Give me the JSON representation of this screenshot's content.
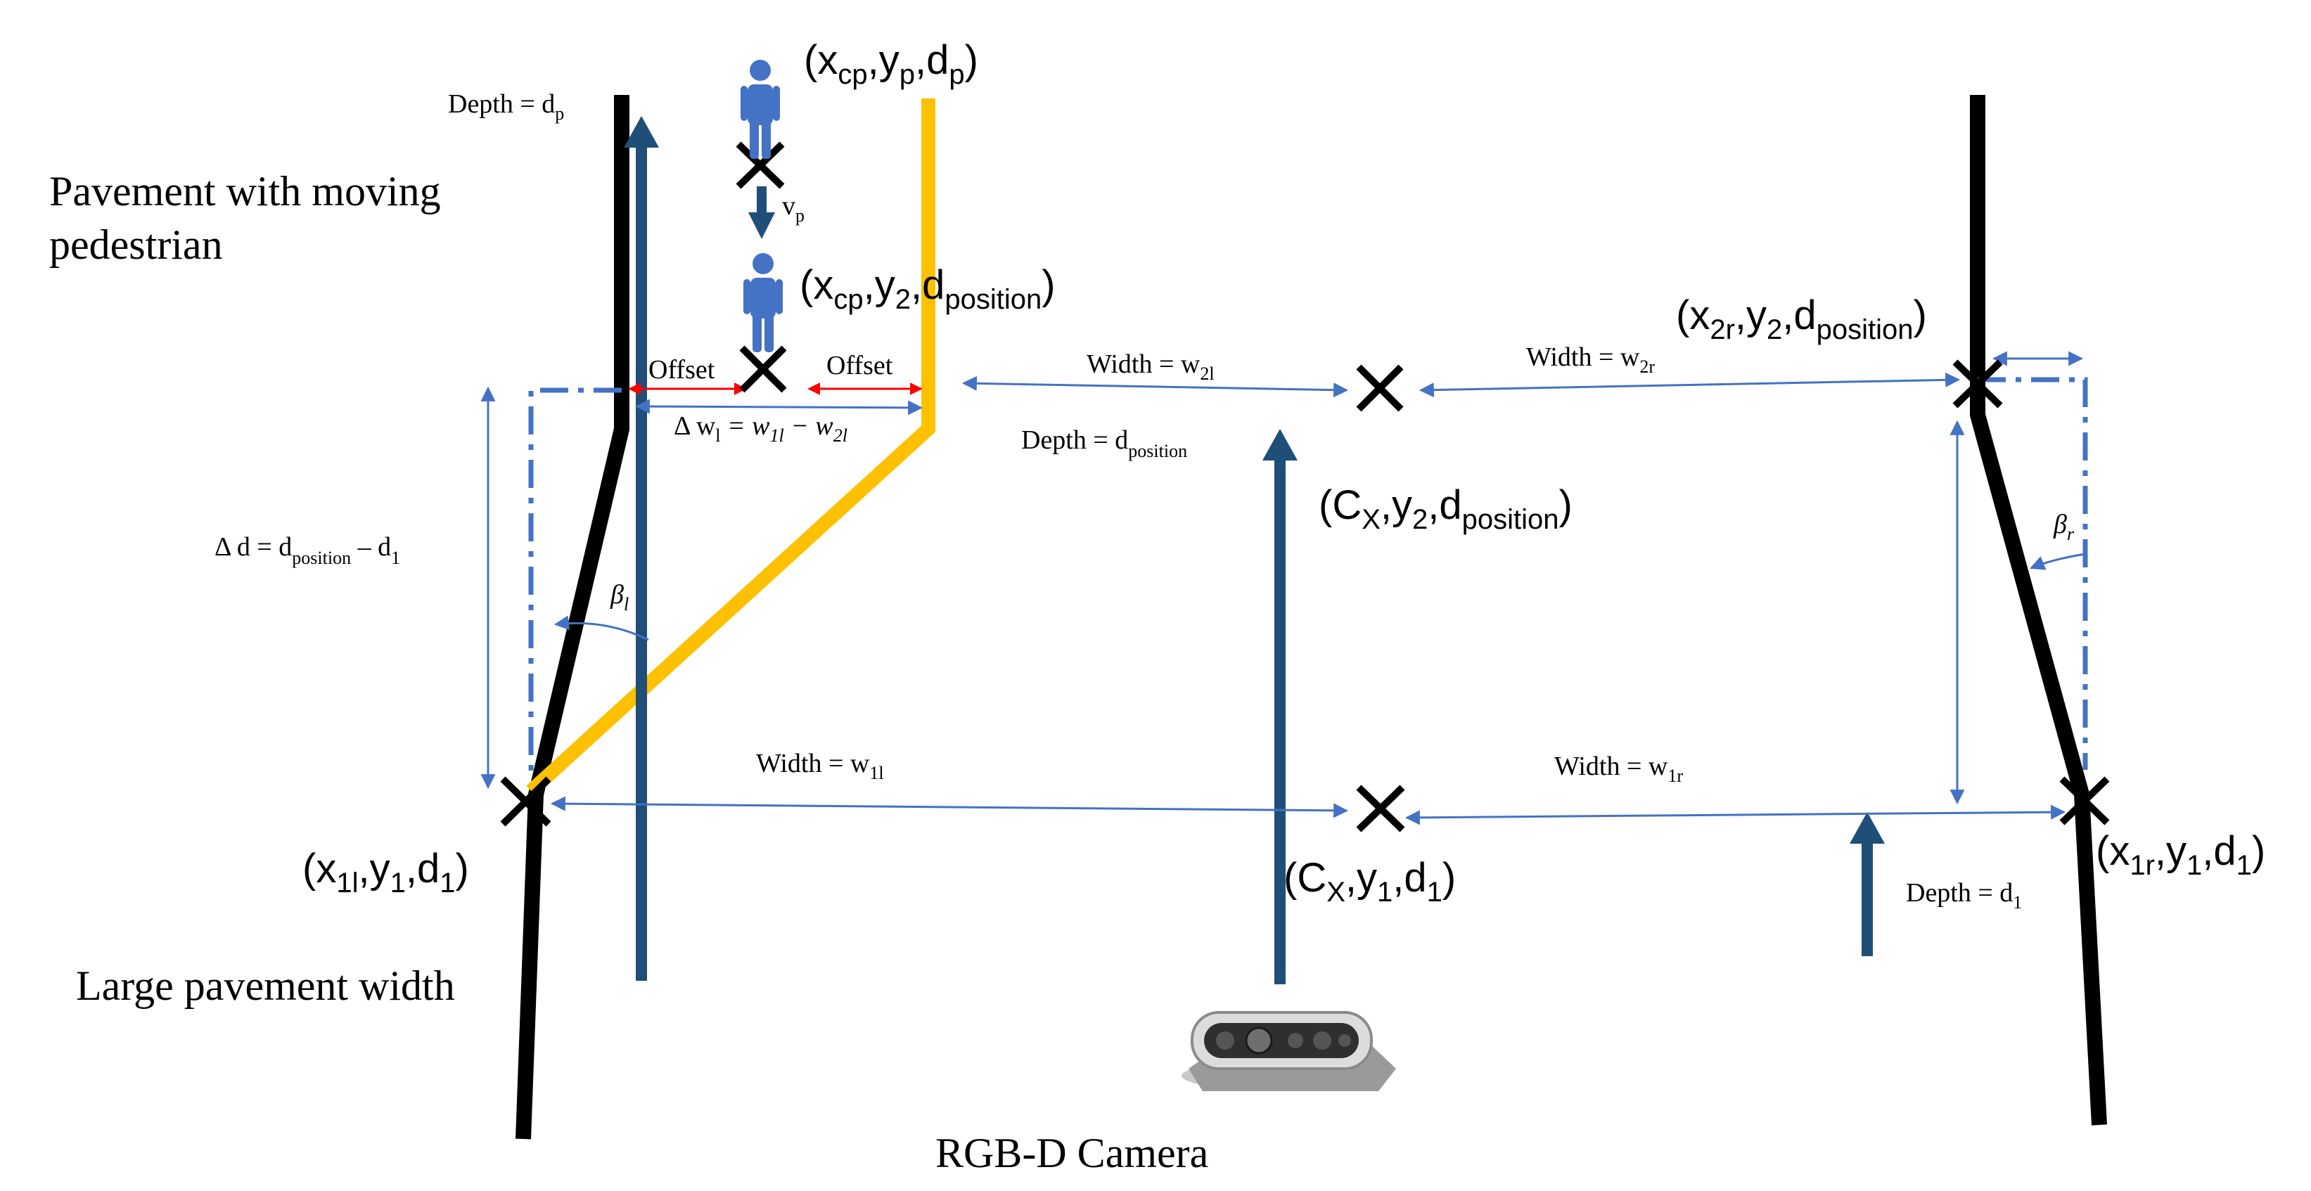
{
  "labels": {
    "region_top": [
      "Pavement with moving",
      "pedestrian"
    ],
    "region_bottom": "Large pavement width",
    "camera": "RGB-D Camera",
    "offset_left": "Offset",
    "offset_right": "Offset",
    "depth_p": {
      "main": "Depth = d",
      "sub": "p"
    },
    "depth_position": {
      "main": "Depth =  d",
      "sub": "position"
    },
    "depth_1": {
      "main": "Depth = d",
      "sub": "1"
    },
    "width_2l": {
      "main": "Width = w",
      "sub": "2l"
    },
    "width_2r": {
      "main": "Width = w",
      "sub": "2r"
    },
    "width_1l": {
      "main": "Width = w",
      "sub": "1l"
    },
    "width_1r": {
      "main": "Width = w",
      "sub": "1r"
    },
    "delta_w": {
      "a": "Δ w",
      "a_sub": "l",
      "b": " = w",
      "b_sub": "1l",
      "c": " − w",
      "c_sub": "2l"
    },
    "delta_d": {
      "a": "Δ d  = d",
      "a_sub": "position",
      "b": " – d",
      "b_sub": "1"
    },
    "beta_l": {
      "main": "β",
      "sub": "l"
    },
    "beta_r": {
      "main": "β",
      "sub": "r"
    },
    "velocity": {
      "main": "v",
      "sub": "p"
    }
  },
  "points": {
    "pedestrian_start": {
      "p1": "(x",
      "s1": "cp",
      "p2": ",y",
      "s2": "p",
      "p3": ",d",
      "s3": "p",
      "p4": ")"
    },
    "pedestrian_now": {
      "p1": "(x",
      "s1": "cp",
      "p2": ",y",
      "s2": "2",
      "p3": ",d",
      "s3": "position",
      "p4": ")"
    },
    "top_right": {
      "p1": "(x",
      "s1": "2r",
      "p2": ",y",
      "s2": "2",
      "p3": ",d",
      "s3": "position",
      "p4": ")"
    },
    "center_top": {
      "p1": "(C",
      "s1": "X",
      "p2": ",y",
      "s2": "2",
      "p3": ",d",
      "s3": "position",
      "p4": ")"
    },
    "bottom_left": {
      "p1": "(x",
      "s1": "1l",
      "p2": ",y",
      "s2": "1",
      "p3": ",d",
      "s3": "1",
      "p4": ")"
    },
    "center_bottom": {
      "p1": "(C",
      "s1": "X",
      "p2": ",y",
      "s2": "1",
      "p3": ",d",
      "s3": "1",
      "p4": ")"
    },
    "bottom_right": {
      "p1": "(x",
      "s1": "1r",
      "p2": ",y",
      "s2": "1",
      "p3": ",d",
      "s3": "1",
      "p4": ")"
    }
  },
  "colors": {
    "boundary": "#000000",
    "path": "#FFC000",
    "depth_arrow": "#1F4E79",
    "measure": "#4472C4",
    "offset": "#FF0000",
    "person": "#4472C4"
  }
}
